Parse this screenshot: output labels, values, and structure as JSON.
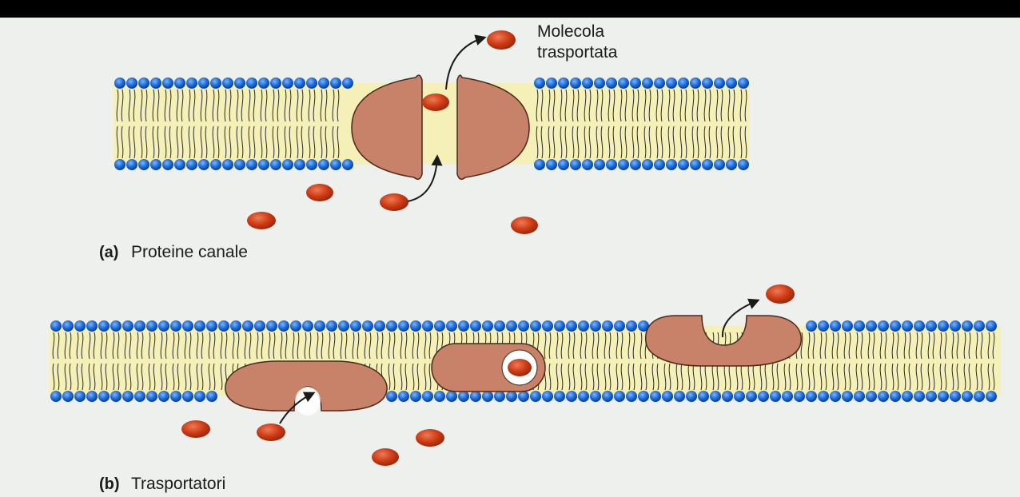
{
  "panel_a": {
    "tag": "(a)",
    "caption": "Proteine canale",
    "molecule_label_line1": "Molecola",
    "molecule_label_line2": "trasportata"
  },
  "panel_b": {
    "tag": "(b)",
    "caption": "Trasportatori"
  },
  "colors": {
    "page": "#eef0ee",
    "bilayer_core": "#f4f0b8",
    "lipid_head": "#1f6fd8",
    "protein": "#c8826a",
    "molecule": "#cc3a14"
  }
}
